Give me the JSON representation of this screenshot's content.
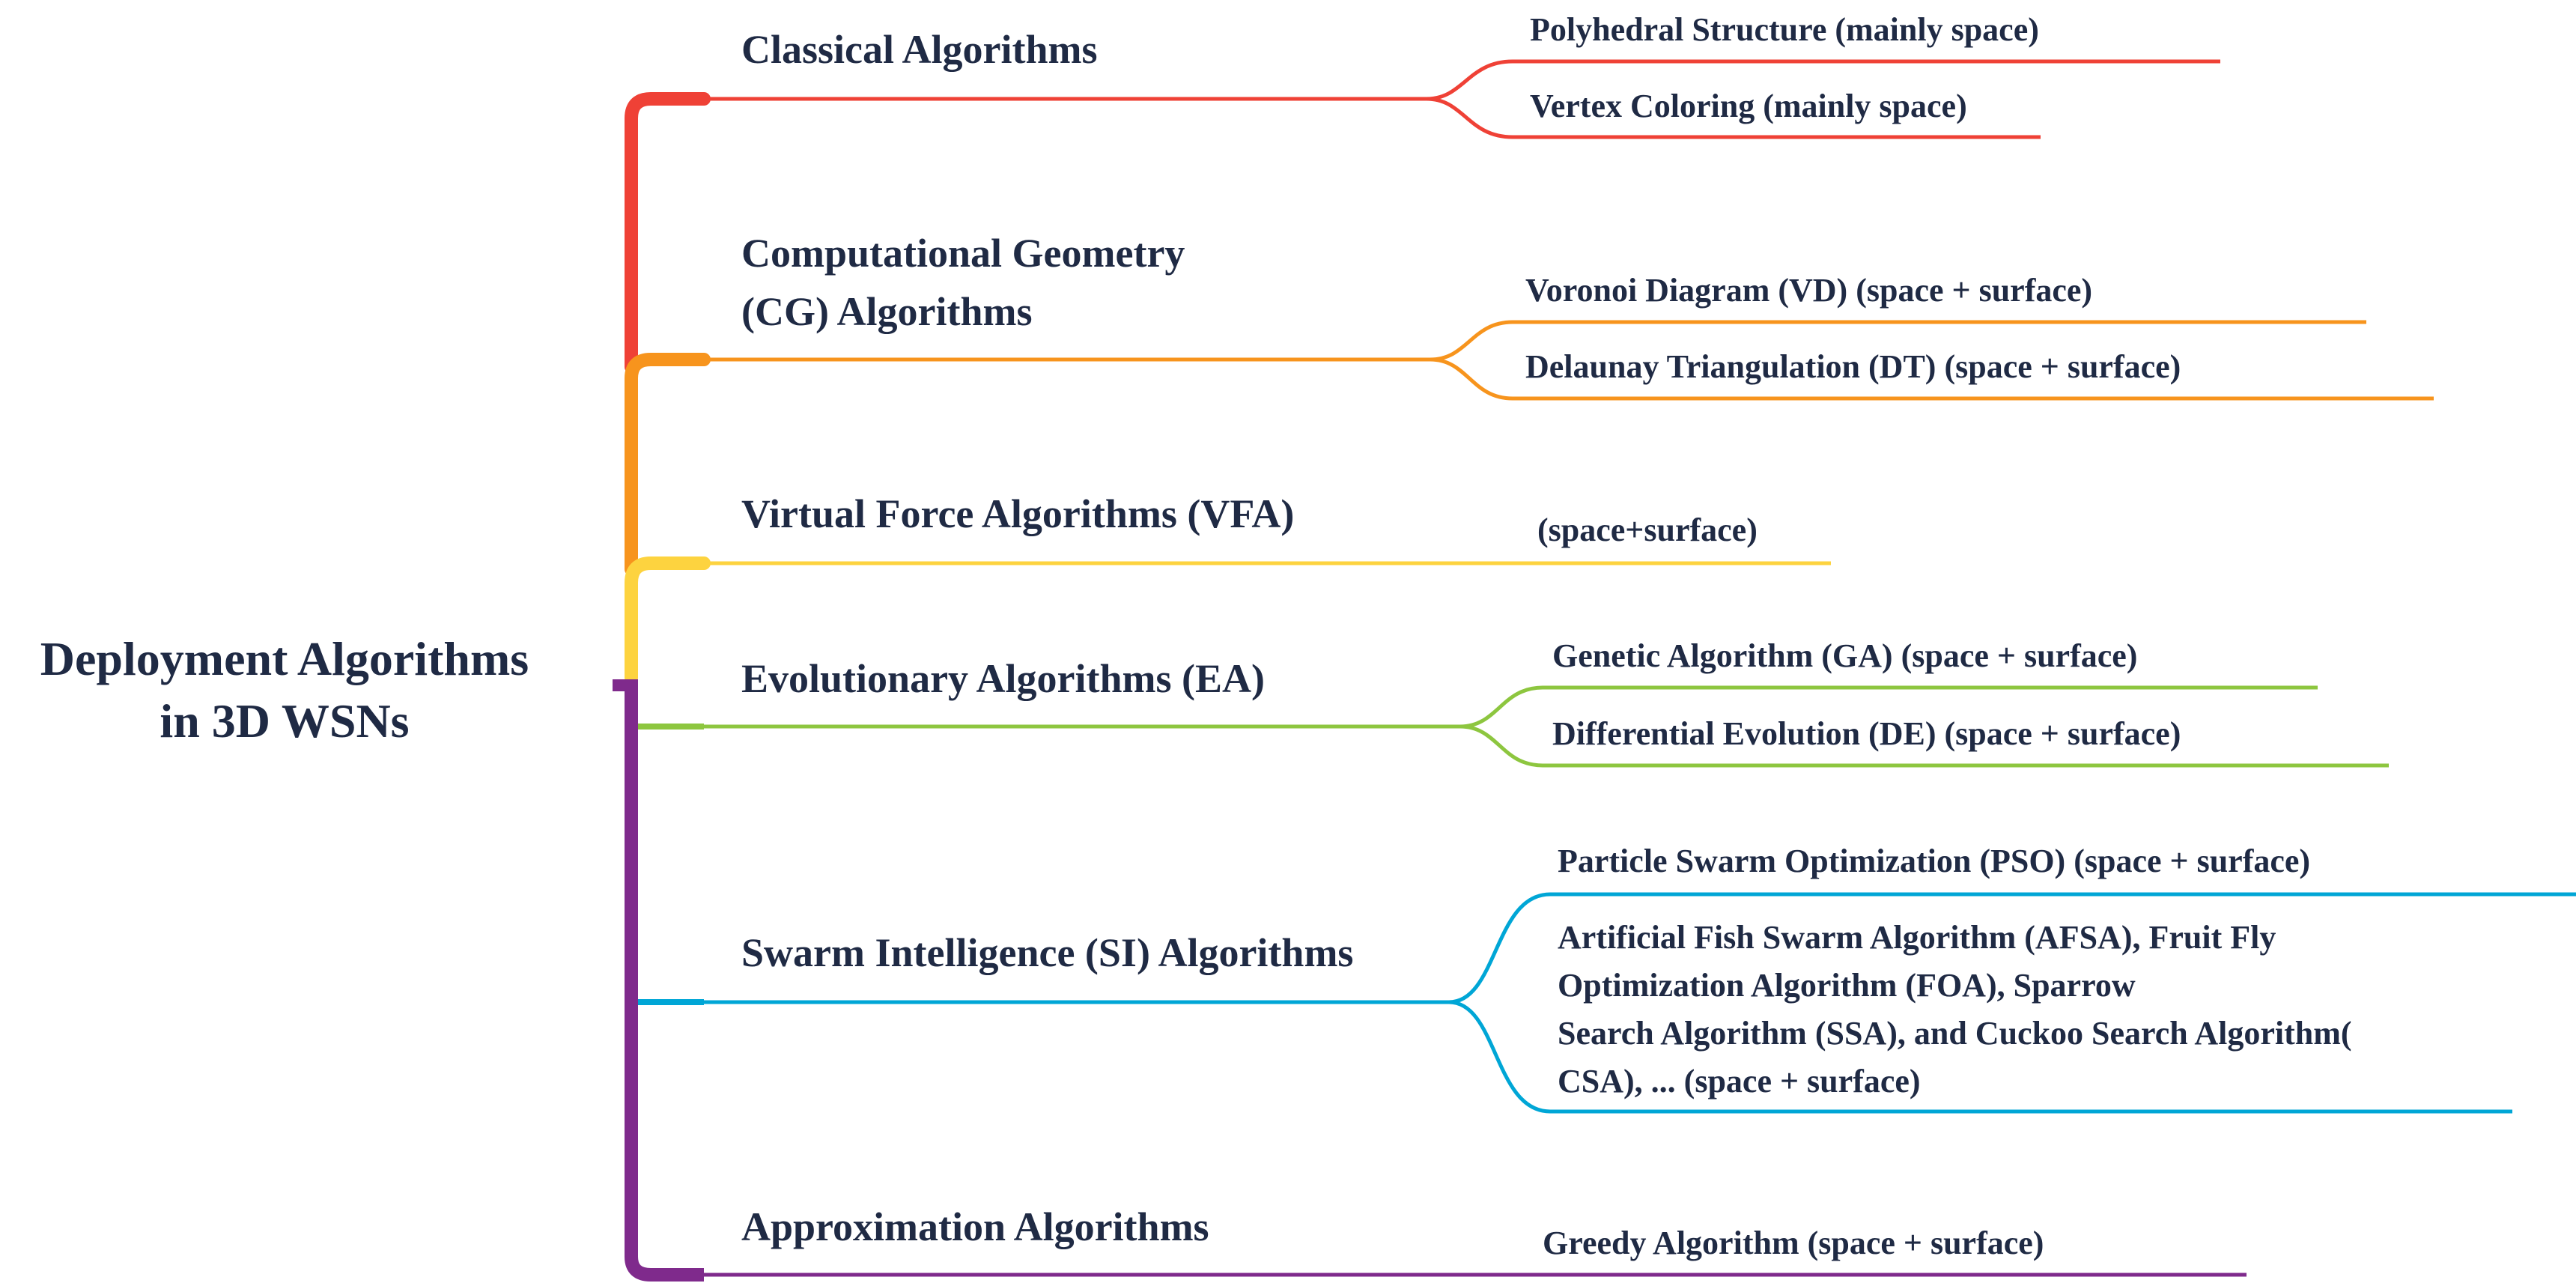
{
  "root": {
    "line1": "Deployment Algorithms",
    "line2": "in 3D WSNs"
  },
  "colors": {
    "classical": "#ef4136",
    "cg": "#f7941d",
    "vfa": "#fdd33f",
    "ea": "#8dc63f",
    "si": "#00a6d6",
    "approx": "#7f2a8c",
    "text": "#1f2a44"
  },
  "branches": [
    {
      "id": "classical",
      "label_lines": [
        "Classical Algorithms"
      ],
      "children": [
        "Polyhedral Structure (mainly space)",
        "Vertex Coloring (mainly space)"
      ]
    },
    {
      "id": "cg",
      "label_lines": [
        "Computational Geometry",
        "(CG) Algorithms"
      ],
      "children": [
        "Voronoi Diagram (VD) (space + surface)",
        "Delaunay Triangulation (DT) (space + surface)"
      ]
    },
    {
      "id": "vfa",
      "label_lines": [
        "Virtual Force Algorithms (VFA)"
      ],
      "children": [
        "(space+surface)"
      ]
    },
    {
      "id": "ea",
      "label_lines": [
        "Evolutionary Algorithms (EA)"
      ],
      "children": [
        "Genetic Algorithm (GA) (space + surface)",
        "Differential Evolution (DE) (space + surface)"
      ]
    },
    {
      "id": "si",
      "label_lines": [
        "Swarm Intelligence (SI) Algorithms"
      ],
      "children": [
        "Particle Swarm Optimization (PSO) (space + surface)",
        "Artificial Fish Swarm Algorithm (AFSA), Fruit Fly\nOptimization Algorithm (FOA), Sparrow\nSearch Algorithm (SSA), and Cuckoo Search Algorithm(\nCSA), ... (space + surface)"
      ]
    },
    {
      "id": "approx",
      "label_lines": [
        "Approximation Algorithms"
      ],
      "children": [
        "Greedy Algorithm (space + surface)"
      ]
    }
  ]
}
